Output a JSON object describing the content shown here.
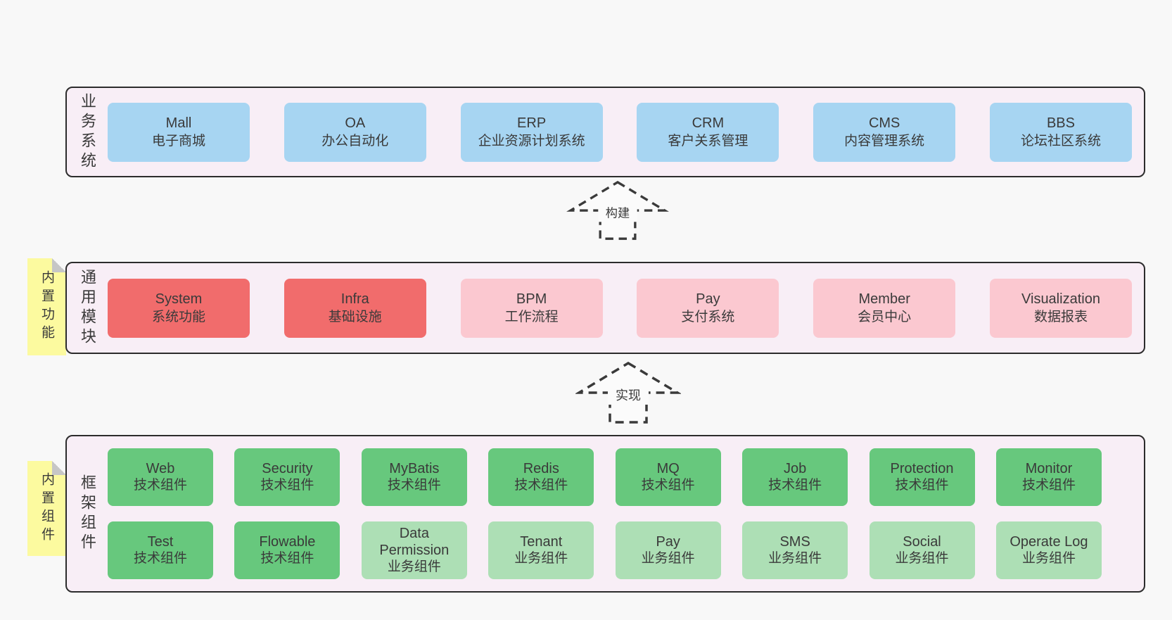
{
  "colors": {
    "page_bg": "#f8f8f8",
    "container_bg": "#f8eef6",
    "border": "#2c2c2c",
    "blue": "#a7d5f2",
    "red": "#f16c6c",
    "pink": "#fbc8d0",
    "green": "#67c87d",
    "light_green": "#addfb5",
    "sticky_yellow": "#fcfa9f",
    "text": "#3a3a3a"
  },
  "layers": {
    "business": {
      "label": "业务系统",
      "boxes": [
        {
          "en": "Mall",
          "zh": "电子商城"
        },
        {
          "en": "OA",
          "zh": "办公自动化"
        },
        {
          "en": "ERP",
          "zh": "企业资源计划系统"
        },
        {
          "en": "CRM",
          "zh": "客户关系管理"
        },
        {
          "en": "CMS",
          "zh": "内容管理系统"
        },
        {
          "en": "BBS",
          "zh": "论坛社区系统"
        }
      ]
    },
    "modules": {
      "label": "通用模块",
      "sticky": "内置功能",
      "boxes": [
        {
          "en": "System",
          "zh": "系统功能"
        },
        {
          "en": "Infra",
          "zh": "基础设施"
        },
        {
          "en": "BPM",
          "zh": "工作流程"
        },
        {
          "en": "Pay",
          "zh": "支付系统"
        },
        {
          "en": "Member",
          "zh": "会员中心"
        },
        {
          "en": "Visualization",
          "zh": "数据报表"
        }
      ]
    },
    "components": {
      "label": "框架组件",
      "sticky": "内置组件",
      "row1": [
        {
          "en": "Web",
          "zh": "技术组件"
        },
        {
          "en": "Security",
          "zh": "技术组件"
        },
        {
          "en": "MyBatis",
          "zh": "技术组件"
        },
        {
          "en": "Redis",
          "zh": "技术组件"
        },
        {
          "en": "MQ",
          "zh": "技术组件"
        },
        {
          "en": "Job",
          "zh": "技术组件"
        },
        {
          "en": "Protection",
          "zh": "技术组件"
        },
        {
          "en": "Monitor",
          "zh": "技术组件"
        }
      ],
      "row2": [
        {
          "en": "Test",
          "zh": "技术组件"
        },
        {
          "en": "Flowable",
          "zh": "技术组件"
        },
        {
          "en": "Data Permission",
          "zh": "业务组件"
        },
        {
          "en": "Tenant",
          "zh": "业务组件"
        },
        {
          "en": "Pay",
          "zh": "业务组件"
        },
        {
          "en": "SMS",
          "zh": "业务组件"
        },
        {
          "en": "Social",
          "zh": "业务组件"
        },
        {
          "en": "Operate Log",
          "zh": "业务组件"
        }
      ]
    }
  },
  "arrows": {
    "build": "构建",
    "implement": "实现"
  }
}
